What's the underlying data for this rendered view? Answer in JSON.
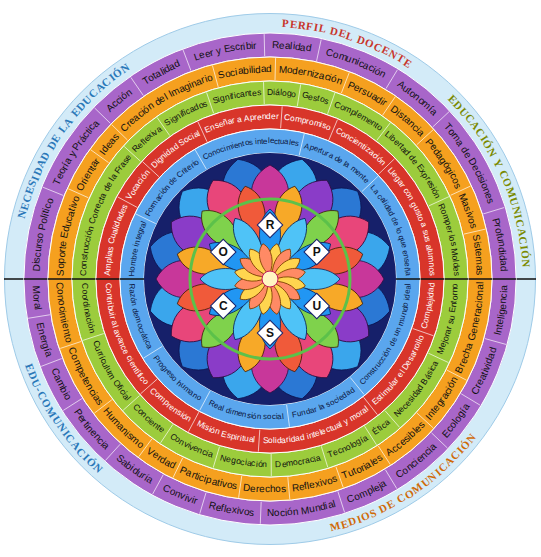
{
  "diagram": {
    "nodes": [
      {
        "text": [
          "NECESIDAD DE LA EDUCACIÓN",
          "PERFIL DEL DOCENTE",
          "EDUCACIÓN Y COMUNICACIÓN",
          "MEDIOS DE COMUNICACIÓN",
          "EDU-COMUNICACIÓN"
        ]
      },
      {
        "text": [
          "Discurso Político",
          "Teoría y Práctica",
          "Acción",
          "Totalidad",
          "Leer y Escribir",
          "Realidad",
          "Comunicación",
          "Autonomía",
          "Toma de Decisiones",
          "Profundidad",
          "Moral",
          "Energía",
          "Cambio",
          "Pertinencia",
          "Sabiduría",
          "Convivir",
          "Reflexivos",
          "Noción Mundial",
          "Compleja",
          "Conciencia",
          "Ecología",
          "Creatividad",
          "Inteligencia"
        ],
        "in": 0
      },
      {
        "text": [
          "Soporte Educativo",
          "Orientar",
          "Ideas",
          "Creación del Imaginario",
          "Sociabilidad",
          "Modernización",
          "Persuadir",
          "Distancia",
          "Pedagógicos",
          "Masivos",
          "Sistemas",
          "Conocimiento",
          "Competencias",
          "Humanismo",
          "Verdad",
          "Participativos",
          "Derechos",
          "Reflexivos",
          "Tutoriales",
          "Accesibles",
          "Integración",
          "Brecha Generacional"
        ],
        "in": 0
      },
      {
        "text": [
          "Construcción Correcta de la Frase",
          "Reflexiva",
          "Significados",
          "Significantes",
          "Diálogo",
          "Gestos",
          "Complemento",
          "Libertad de Expresión",
          "Romper los Moldes",
          "Coordinación",
          "Currículum Oficial",
          "Conciente",
          "Convivencia",
          "Negociación",
          "Democracia",
          "Tecnología",
          "Ética",
          "Necesidad Básica",
          "Mejorar su Entorno"
        ],
        "in": 0
      },
      {
        "text": [
          "Amplias Cualidades",
          "Vocación",
          "Dignidad Social",
          "Enseñar a Aprender",
          "Compromiso",
          "Concientización",
          "Llegar con gusto a sus alumnos",
          "Contribuir al avance científico",
          "Comprensión",
          "Misión Espiritual",
          "Solidaridad intelectual y moral",
          "Estimular el Desarrollo",
          "Complejidad"
        ],
        "in": 0
      },
      {
        "text": [
          "Hombre integral",
          "Formación de Criterio",
          "Conocimientos intelectuales",
          "Apertura de la mente",
          "La calidad de lo que enseña",
          "Razón democrática",
          "Progreso humano",
          "Real dimensión social",
          "Fundar la sociedad",
          "Construcción de un mundo ideal"
        ],
        "in": 0
      },
      {
        "text": [
          "C",
          "O",
          "R",
          "P",
          "U",
          "S"
        ],
        "in": 0
      }
    ]
  }
}
